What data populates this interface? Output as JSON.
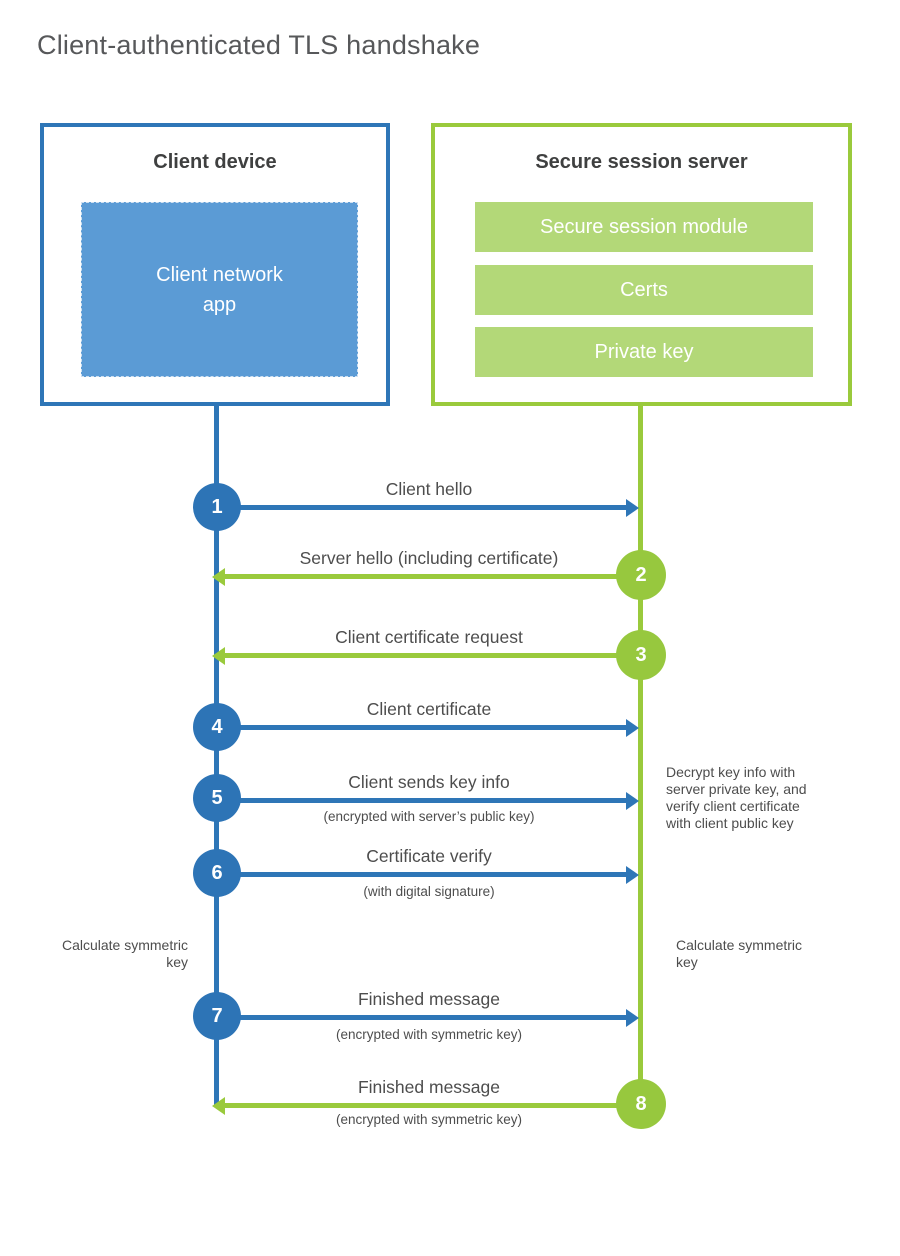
{
  "title": "Client-authenticated TLS handshake",
  "client": {
    "title": "Client device",
    "app": "Client network app"
  },
  "server": {
    "title": "Secure session server",
    "modules": [
      "Secure session module",
      "Certs",
      "Private key"
    ]
  },
  "steps": [
    {
      "num": "1",
      "label": "Client hello",
      "sub": "",
      "direction": "right",
      "color": "blue"
    },
    {
      "num": "2",
      "label": "Server hello (including certificate)",
      "sub": "",
      "direction": "left",
      "color": "green"
    },
    {
      "num": "3",
      "label": "Client certificate request",
      "sub": "",
      "direction": "left",
      "color": "green"
    },
    {
      "num": "4",
      "label": "Client certificate",
      "sub": "",
      "direction": "right",
      "color": "blue"
    },
    {
      "num": "5",
      "label": "Client sends key info",
      "sub": "(encrypted with server’s public key)",
      "direction": "right",
      "color": "blue"
    },
    {
      "num": "6",
      "label": "Certificate verify",
      "sub": "(with digital signature)",
      "direction": "right",
      "color": "blue"
    },
    {
      "num": "7",
      "label": "Finished message",
      "sub": "(encrypted with symmetric key)",
      "direction": "right",
      "color": "blue"
    },
    {
      "num": "8",
      "label": "Finished message",
      "sub": "(encrypted with symmetric key)",
      "direction": "left",
      "color": "green"
    }
  ],
  "annotations": {
    "decrypt": "Decrypt key info with server private key, and verify client certificate with client public key",
    "calc_left": "Calculate symmetric key",
    "calc_right": "Calculate symmetric key"
  },
  "colors": {
    "blue_line": "#2e76b7",
    "blue_fill": "#5b9bd5",
    "green_line": "#9aca3c",
    "green_fill": "#b3d878",
    "heading_text": "#3f4040",
    "label_text": "#4d4d4d",
    "title_text": "#57585a"
  }
}
